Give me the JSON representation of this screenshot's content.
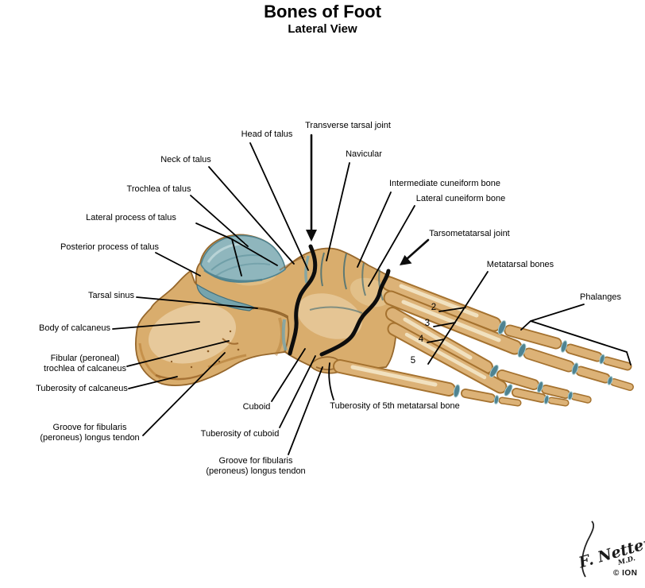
{
  "title": {
    "main": "Bones of Foot",
    "subtitle": "Lateral View"
  },
  "labels": {
    "head_of_talus": "Head of talus",
    "transverse_tarsal_joint": "Transverse tarsal joint",
    "navicular": "Navicular",
    "neck_of_talus": "Neck of talus",
    "trochlea_of_talus": "Trochlea of talus",
    "intermediate_cuneiform": "Intermediate cuneiform bone",
    "lateral_cuneiform": "Lateral cuneiform bone",
    "lateral_process_of_talus": "Lateral process of talus",
    "tarsometatarsal_joint": "Tarsometatarsal joint",
    "posterior_process_of_talus": "Posterior process of talus",
    "metatarsal_bones": "Metatarsal bones",
    "tarsal_sinus": "Tarsal sinus",
    "phalanges": "Phalanges",
    "body_of_calcaneus": "Body of calcaneus",
    "fibular_trochlea_line1": "Fibular (peroneal)",
    "fibular_trochlea_line2": "trochlea of calcaneus",
    "tuberosity_of_calcaneus": "Tuberosity of calcaneus",
    "groove_fibularis_line1": "Groove for fibularis",
    "groove_fibularis_line2": "(peroneus) longus tendon",
    "cuboid": "Cuboid",
    "tuberosity_of_cuboid": "Tuberosity of cuboid",
    "tuberosity_5th_metatarsal": "Tuberosity of 5th metatarsal bone",
    "metatarsal_numbers": {
      "m2": "2",
      "m3": "3",
      "m4": "4",
      "m5": "5"
    }
  },
  "signature": {
    "artist": "F. Netter",
    "credential": "M.D.",
    "publisher": "© ION"
  },
  "colors": {
    "background": "#ffffff",
    "bone": "#d9ad6d",
    "bone_light": "#f0dfc0",
    "bone_shadow": "#a5722f",
    "bone_outline": "#96672c",
    "cartilage_blue": "#8fb6bd",
    "cartilage_dark": "#4f8391",
    "joint_marker": "#0d0d0d",
    "label_text": "#000000"
  }
}
